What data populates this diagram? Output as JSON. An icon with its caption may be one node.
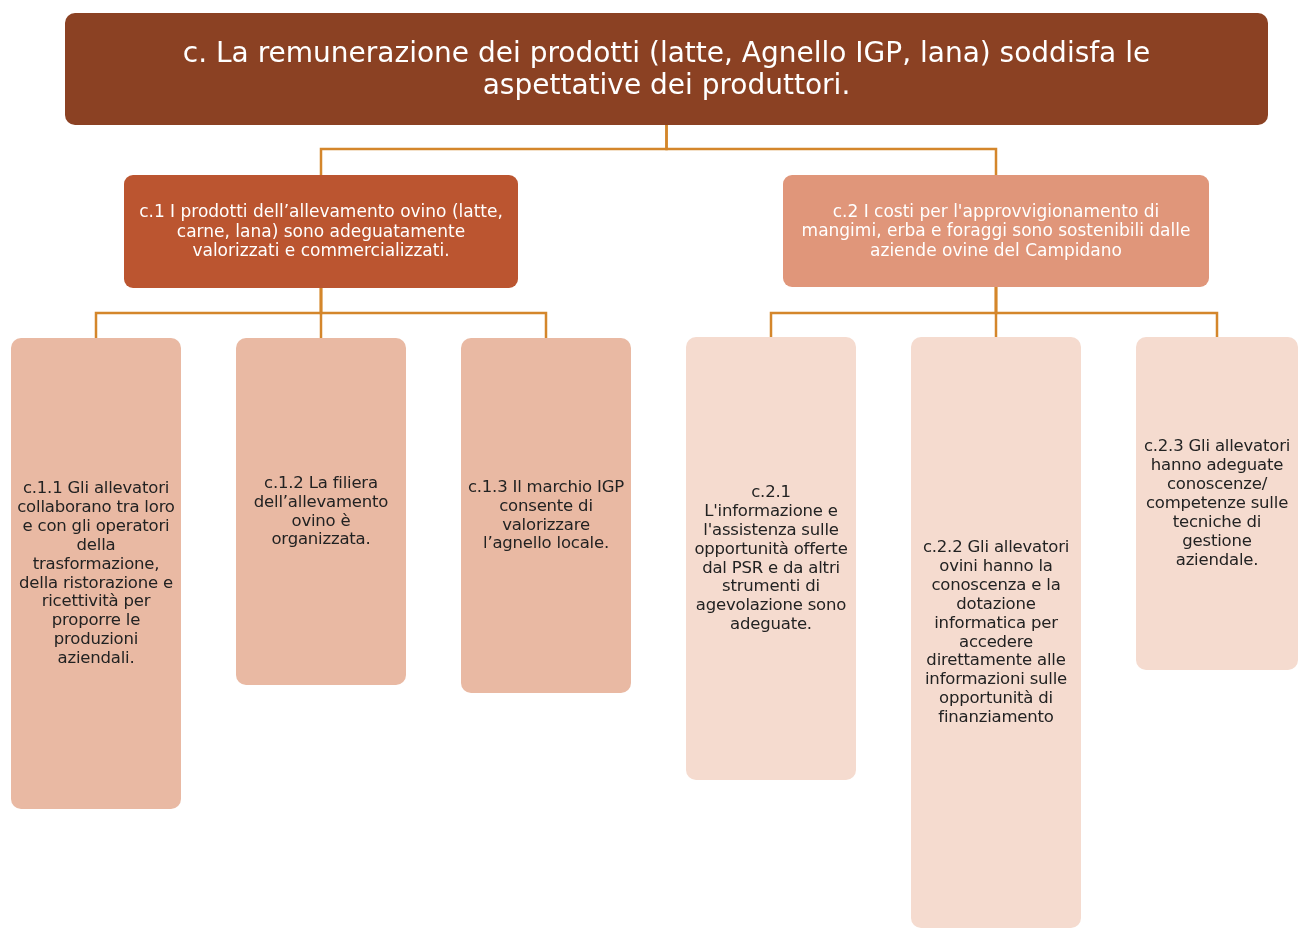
{
  "diagram": {
    "nodes": [
      {
        "text": [
          "c. La remunerazione dei prodotti (latte, Agnello IGP, lana) soddisfa le aspettative dei produttori."
        ]
      },
      {
        "text": [
          "c.1 I prodotti dell’allevamento ovino (latte, carne, lana) sono adeguatamente valorizzati e commercializzati."
        ]
      },
      {
        "text": [
          "c.2 I costi per l'approvvigionamento di mangimi, erba e foraggi sono sostenibili dalle aziende ovine del Campidano"
        ]
      },
      {
        "text": [
          "c.1.1 Gli allevatori collaborano tra loro e con gli operatori della trasformazione, della ristorazione e ricettività per proporre le produzioni aziendali."
        ]
      },
      {
        "text": [
          "c.1.2 La filiera dell’allevamento ovino è organizzata."
        ]
      },
      {
        "text": [
          "c.1.3 Il marchio IGP consente di valorizzare l’agnello locale."
        ]
      },
      {
        "text": [
          "c.2.1 L'informazione e l'assistenza sulle opportunità offerte dal PSR e da altri strumenti di agevolazione sono adeguate."
        ]
      },
      {
        "text": [
          "c.2.2 Gli allevatori ovini hanno la conoscenza e la dotazione informatica per accedere direttamente alle informazioni sulle opportunità di finanziamento"
        ]
      },
      {
        "text": [
          "c.2.3 Gli allevatori hanno adeguate conoscenze/ competenze sulle tecniche di gestione aziendale."
        ]
      }
    ],
    "edges": [
      {
        "from": 0,
        "to": 1,
        "arrow": "none"
      },
      {
        "from": 0,
        "to": 2,
        "arrow": "none"
      },
      {
        "from": 1,
        "to": 3,
        "arrow": "none"
      },
      {
        "from": 1,
        "to": 4,
        "arrow": "none"
      },
      {
        "from": 1,
        "to": 5,
        "arrow": "none"
      },
      {
        "from": 2,
        "to": 6,
        "arrow": "none"
      },
      {
        "from": 2,
        "to": 7,
        "arrow": "none"
      },
      {
        "from": 2,
        "to": 8,
        "arrow": "none"
      }
    ]
  }
}
